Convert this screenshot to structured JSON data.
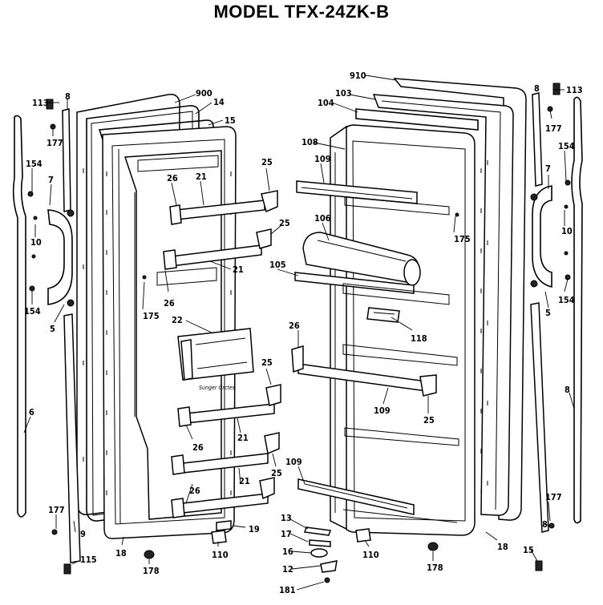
{
  "title": "MODEL TFX-24ZK-B",
  "callouts": [
    {
      "id": "c-900",
      "text": "900"
    },
    {
      "id": "c-14",
      "text": "14"
    },
    {
      "id": "c-15",
      "text": "15"
    },
    {
      "id": "c-113-l",
      "text": "113"
    },
    {
      "id": "c-8-tl",
      "text": "8"
    },
    {
      "id": "c-177-l",
      "text": "177"
    },
    {
      "id": "c-154-lt",
      "text": "154"
    },
    {
      "id": "c-7-l",
      "text": "7"
    },
    {
      "id": "c-10-l",
      "text": "10"
    },
    {
      "id": "c-154-lb",
      "text": "154"
    },
    {
      "id": "c-5-l",
      "text": "5"
    },
    {
      "id": "c-6-l",
      "text": "6"
    },
    {
      "id": "c-177-lb",
      "text": "177"
    },
    {
      "id": "c-9-l",
      "text": "9"
    },
    {
      "id": "c-115",
      "text": "115"
    },
    {
      "id": "c-18-l",
      "text": "18"
    },
    {
      "id": "c-178-l",
      "text": "178"
    },
    {
      "id": "c-110-l",
      "text": "110"
    },
    {
      "id": "c-19",
      "text": "19"
    },
    {
      "id": "c-26-a",
      "text": "26"
    },
    {
      "id": "c-21-a",
      "text": "21"
    },
    {
      "id": "c-25-a",
      "text": "25"
    },
    {
      "id": "c-25-b",
      "text": "25"
    },
    {
      "id": "c-21-b",
      "text": "21"
    },
    {
      "id": "c-26-b",
      "text": "26"
    },
    {
      "id": "c-175-l",
      "text": "175"
    },
    {
      "id": "c-22",
      "text": "22"
    },
    {
      "id": "c-25-c",
      "text": "25"
    },
    {
      "id": "c-21-c",
      "text": "21"
    },
    {
      "id": "c-26-c",
      "text": "26"
    },
    {
      "id": "c-25-d",
      "text": "25"
    },
    {
      "id": "c-21-d",
      "text": "21"
    },
    {
      "id": "c-26-d",
      "text": "26"
    },
    {
      "id": "c-910",
      "text": "910"
    },
    {
      "id": "c-103",
      "text": "103"
    },
    {
      "id": "c-104",
      "text": "104"
    },
    {
      "id": "c-108",
      "text": "108"
    },
    {
      "id": "c-109-a",
      "text": "109"
    },
    {
      "id": "c-106",
      "text": "106"
    },
    {
      "id": "c-105",
      "text": "105"
    },
    {
      "id": "c-175-r",
      "text": "175"
    },
    {
      "id": "c-118",
      "text": "118"
    },
    {
      "id": "c-26-e",
      "text": "26"
    },
    {
      "id": "c-109-b",
      "text": "109"
    },
    {
      "id": "c-25-e",
      "text": "25"
    },
    {
      "id": "c-109-c",
      "text": "109"
    },
    {
      "id": "c-13",
      "text": "13"
    },
    {
      "id": "c-17",
      "text": "17"
    },
    {
      "id": "c-16",
      "text": "16"
    },
    {
      "id": "c-12",
      "text": "12"
    },
    {
      "id": "c-181",
      "text": "181"
    },
    {
      "id": "c-110-r",
      "text": "110"
    },
    {
      "id": "c-178-r",
      "text": "178"
    },
    {
      "id": "c-18-r",
      "text": "18"
    },
    {
      "id": "c-8-r",
      "text": "8"
    },
    {
      "id": "c-113-r",
      "text": "113"
    },
    {
      "id": "c-177-r",
      "text": "177"
    },
    {
      "id": "c-154-rt",
      "text": "154"
    },
    {
      "id": "c-7-r",
      "text": "7"
    },
    {
      "id": "c-10-r",
      "text": "10"
    },
    {
      "id": "c-5-r",
      "text": "5"
    },
    {
      "id": "c-154-rb",
      "text": "154"
    },
    {
      "id": "c-6-r",
      "text": "8"
    },
    {
      "id": "c-177-rb",
      "text": "177"
    },
    {
      "id": "c-8-rb",
      "text": "8"
    },
    {
      "id": "c-15-r",
      "text": "15"
    }
  ],
  "meal_module_script": "Sunger Grctes"
}
